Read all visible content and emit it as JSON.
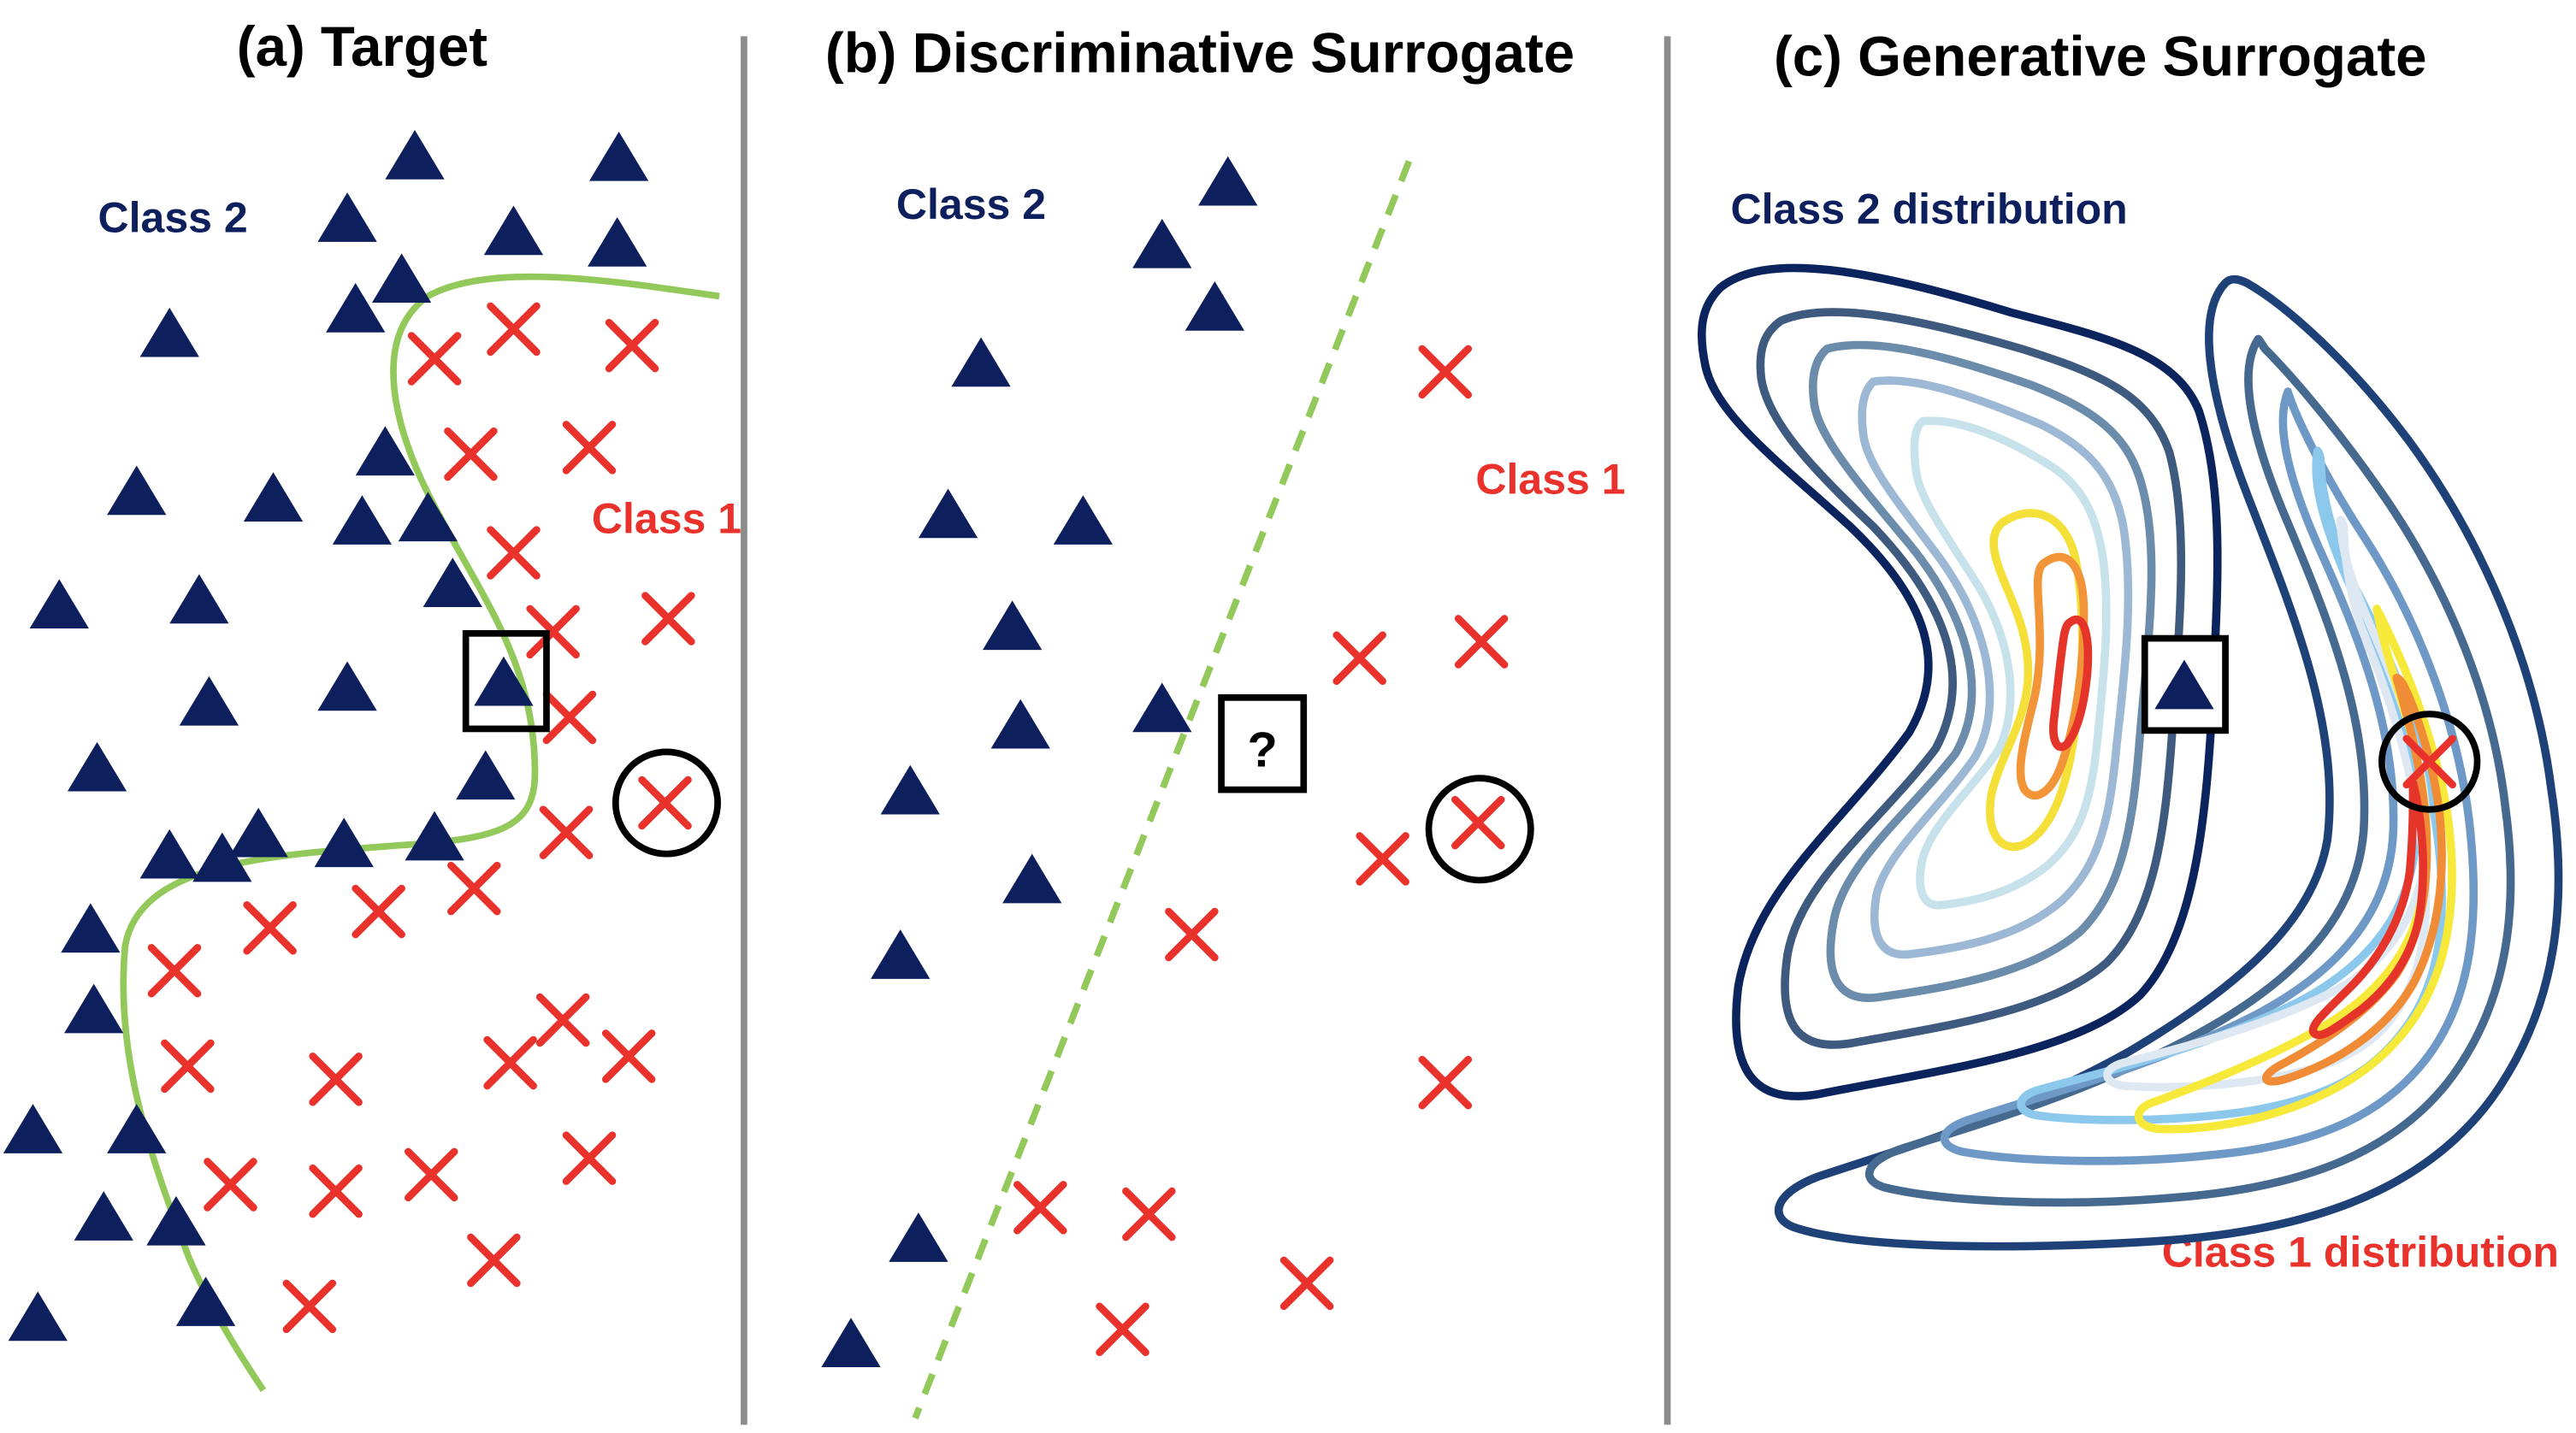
{
  "panels": [
    {
      "title": "(a) Target",
      "class2_label": "Class 2",
      "class1_label": "Class 1"
    },
    {
      "title": "(b) Discriminative Surrogate",
      "class2_label": "Class 2",
      "class1_label": "Class 1",
      "query_mark": "?"
    },
    {
      "title": "(c) Generative Surrogate",
      "class2_label": "Class 2 distribution",
      "class1_label": "Class 1 distribution"
    }
  ],
  "colors": {
    "class2": "#0d1f5c",
    "class1": "#e8322b",
    "boundary": "#92c95a",
    "divider": "#8c8c8c"
  },
  "icons": {
    "class2_marker": "triangle-icon",
    "class1_marker": "cross-icon"
  }
}
